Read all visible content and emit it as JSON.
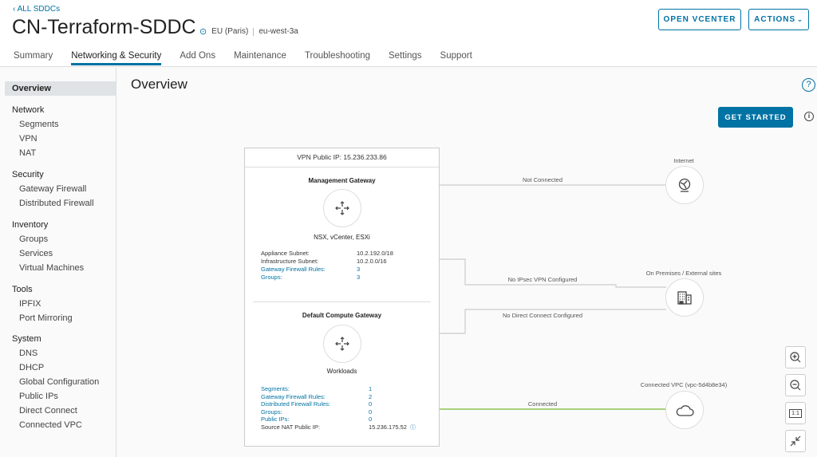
{
  "header": {
    "back": "ALL SDDCs",
    "title": "CN-Terraform-SDDC",
    "region": "EU (Paris)",
    "zone": "eu-west-3a",
    "open_vcenter": "OPEN VCENTER",
    "actions": "ACTIONS"
  },
  "tabs": [
    "Summary",
    "Networking & Security",
    "Add Ons",
    "Maintenance",
    "Troubleshooting",
    "Settings",
    "Support"
  ],
  "sidebar": {
    "overview": "Overview",
    "sections": [
      {
        "title": "Network",
        "items": [
          "Segments",
          "VPN",
          "NAT"
        ]
      },
      {
        "title": "Security",
        "items": [
          "Gateway Firewall",
          "Distributed Firewall"
        ]
      },
      {
        "title": "Inventory",
        "items": [
          "Groups",
          "Services",
          "Virtual Machines"
        ]
      },
      {
        "title": "Tools",
        "items": [
          "IPFIX",
          "Port Mirroring"
        ]
      },
      {
        "title": "System",
        "items": [
          "DNS",
          "DHCP",
          "Global Configuration",
          "Public IPs",
          "Direct Connect",
          "Connected VPC"
        ]
      }
    ]
  },
  "main": {
    "title": "Overview",
    "get_started": "GET STARTED"
  },
  "card": {
    "vpn_ip": "VPN Public IP: 15.236.233.86",
    "mgw": {
      "title": "Management Gateway",
      "subtitle": "NSX, vCenter, ESXi",
      "rows": [
        {
          "k": "Appliance Subnet:",
          "v": "10.2.192.0/18",
          "link": false
        },
        {
          "k": "Infrastructure Subnet:",
          "v": "10.2.0.0/16",
          "link": false
        },
        {
          "k": "Gateway Firewall Rules:",
          "v": "3",
          "link": true
        },
        {
          "k": "Groups:",
          "v": "3",
          "link": true
        }
      ]
    },
    "cgw": {
      "title": "Default Compute Gateway",
      "subtitle": "Workloads",
      "rows": [
        {
          "k": "Segments:",
          "v": "1",
          "link": true
        },
        {
          "k": "Gateway Firewall Rules:",
          "v": "2",
          "link": true
        },
        {
          "k": "Distributed Firewall Rules:",
          "v": "0",
          "link": true
        },
        {
          "k": "Groups:",
          "v": "0",
          "link": true
        },
        {
          "k": "Public IPs:",
          "v": "0",
          "link": true
        },
        {
          "k": "Source NAT Public IP:",
          "v": "15.236.175.52",
          "link": false
        }
      ]
    }
  },
  "nodes": {
    "internet": "Internet",
    "onprem": "On Premises / External sites",
    "vpc": "Connected VPC (vpc-5d4b8e34)"
  },
  "edges": {
    "internet": "Not Connected",
    "vpn": "No IPsec VPN Configured",
    "dx": "No Direct Connect Configured",
    "vpc": "Connected"
  },
  "zoom": {
    "one_to_one": "1:1"
  },
  "colors": {
    "accent": "#0072a3",
    "connected": "#8cc152"
  }
}
